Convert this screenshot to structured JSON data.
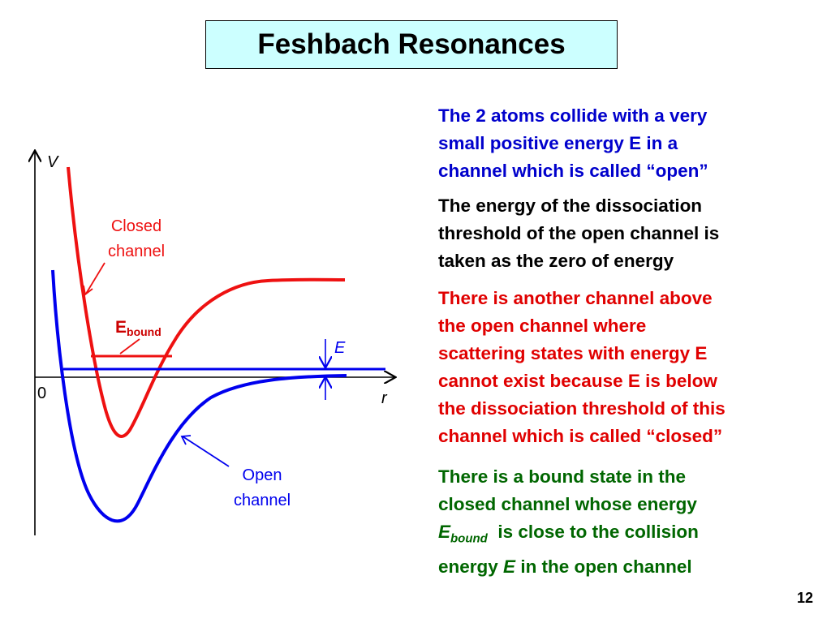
{
  "title": "Feshbach Resonances",
  "colors": {
    "title_bg": "#ccffff",
    "open": "#0000ee",
    "closed": "#ee1111",
    "blue_text": "#0000cc",
    "red_text": "#e00000",
    "green_text": "#006600"
  },
  "diagram": {
    "axis_v": "V",
    "axis_r": "r",
    "origin": "0",
    "closed_label": [
      "Closed",
      "channel"
    ],
    "open_label": [
      "Open",
      "channel"
    ],
    "ebound_main": "E",
    "ebound_sub": "bound",
    "e_label": "E"
  },
  "paragraphs": {
    "p1": [
      "The 2 atoms collide with a very",
      "small positive energy E in a",
      "channel which is called “open”"
    ],
    "p2": [
      "The energy of the dissociation",
      "threshold of the open channel is",
      "taken as the zero of energy"
    ],
    "p3": [
      "There is another channel above",
      "the open channel where",
      "scattering states with energy E",
      "cannot exist because E is below",
      "the dissociation threshold of this",
      "channel which is called “closed”"
    ],
    "p4": {
      "line1": "There is a bound state in the",
      "line2": "closed channel whose energy",
      "line3_E": "E",
      "line3_sub": "bound",
      "line3_rest": "  is close to the collision",
      "line4_a": "energy ",
      "line4_E": "E",
      "line4_b": " in the open channel"
    }
  },
  "slide_number": "12"
}
